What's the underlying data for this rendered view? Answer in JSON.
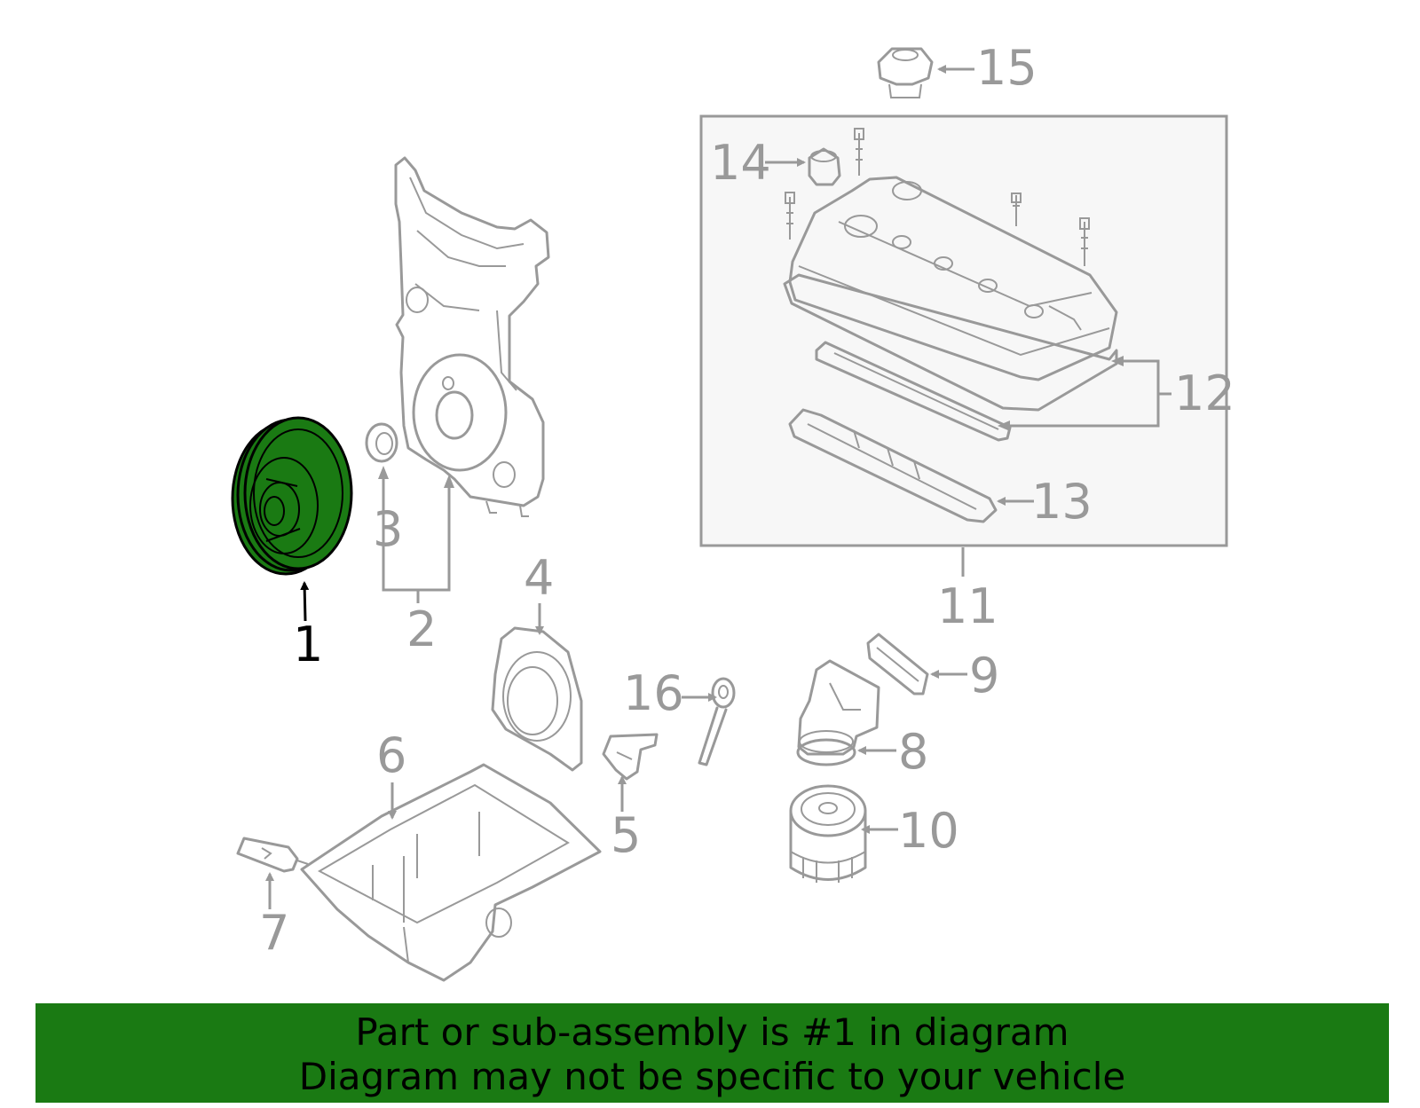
{
  "colors": {
    "highlight_fill": "#1a7a13",
    "part_stroke": "#999999",
    "selected_label": "#000000",
    "inset_box_fill": "#f7f7f7"
  },
  "callouts": {
    "c1": "1",
    "c2": "2",
    "c3": "3",
    "c4": "4",
    "c5": "5",
    "c6": "6",
    "c7": "7",
    "c8": "8",
    "c9": "9",
    "c10": "10",
    "c11": "11",
    "c12": "12",
    "c13": "13",
    "c14": "14",
    "c15": "15",
    "c16": "16"
  },
  "selected_part": "1",
  "banner": {
    "line1": "Part or sub-assembly is #1 in diagram",
    "line2": "Diagram may not be specific to your vehicle"
  }
}
